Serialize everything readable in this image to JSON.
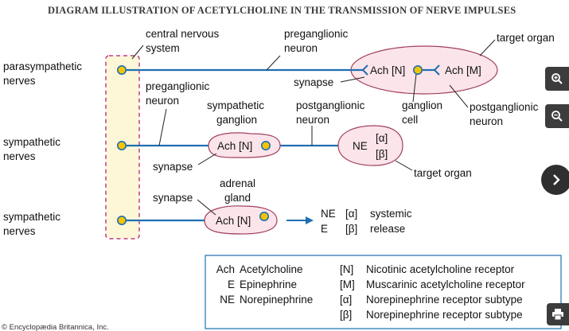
{
  "title": "DIAGRAM ILLUSTRATION OF ACETYLCHOLINE IN THE TRANSMISSION OF NERVE IMPULSES",
  "labels": {
    "cns_line1": "central nervous",
    "cns_line2": "system",
    "pregang_top_line1": "preganglionic",
    "pregang_top_line2": "neuron",
    "target_organ_top": "target organ",
    "parasympathetic_line1": "parasympathetic",
    "parasympathetic_line2": "nerves",
    "synapse_top": "synapse",
    "ganglion_cell_line1": "ganglion",
    "ganglion_cell_line2": "cell",
    "postgang_right_line1": "postganglionic",
    "postgang_right_line2": "neuron",
    "pregang_mid_line1": "preganglionic",
    "pregang_mid_line2": "neuron",
    "symp_ganglion_line1": "sympathetic",
    "symp_ganglion_line2": "ganglion",
    "postgang_mid_line1": "postganglionic",
    "postgang_mid_line2": "neuron",
    "sympathetic1_line1": "sympathetic",
    "sympathetic1_line2": "nerves",
    "synapse_mid": "synapse",
    "target_organ_mid": "target organ",
    "adrenal_line1": "adrenal",
    "adrenal_line2": "gland",
    "synapse_bottom": "synapse",
    "sympathetic2_line1": "sympathetic",
    "sympathetic2_line2": "nerves",
    "release_ne": "NE",
    "release_e": "E",
    "release_alpha": "[α]",
    "release_beta": "[β]",
    "release_systemic": "systemic",
    "release_word": "release",
    "copyright": "© Encyclopædia Britannica, Inc."
  },
  "boxes": {
    "para_target": {
      "left": "Ach [N]",
      "right": "Ach [M]"
    },
    "symp_ganglion": "Ach [N]",
    "ne_target": {
      "ne": "NE",
      "alpha": "[α]",
      "beta": "[β]"
    },
    "adrenal": "Ach [N]"
  },
  "legend": [
    {
      "abbr": "Ach",
      "text": "Acetylcholine",
      "sym": "[N]",
      "desc": "Nicotinic acetylcholine receptor"
    },
    {
      "abbr": "E",
      "text": "Epinephrine",
      "sym": "[M]",
      "desc": "Muscarinic acetylcholine receptor"
    },
    {
      "abbr": "NE",
      "text": "Norepinephrine",
      "sym": "[α]",
      "desc": "Norepinephrine receptor subtype"
    },
    {
      "abbr": "",
      "text": "",
      "sym": "[β]",
      "desc": "Norepinephrine receptor subtype"
    }
  ],
  "ui_buttons": {
    "zoom_in": "zoom-in-icon",
    "zoom_out": "zoom-out-icon",
    "next": "chevron-right-icon",
    "print": "print-icon"
  },
  "colors": {
    "nerve_line": "#1f6fb2",
    "node_fill": "#f5c400",
    "cns_fill": "#fdf7d8",
    "cns_border": "#c23a8a",
    "organ_fill": "#fbe4ea",
    "organ_stroke": "#a0405c",
    "legend_border": "#1f6fb2"
  }
}
